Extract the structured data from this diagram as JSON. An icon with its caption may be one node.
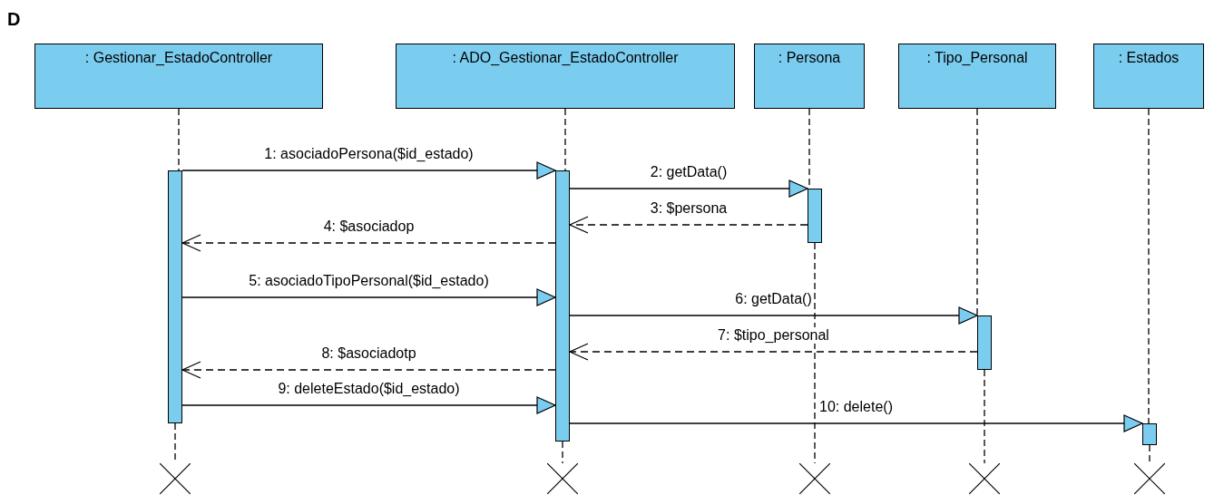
{
  "diagram": {
    "title": "D",
    "nodes": [
      {
        "text": [
          ": Gestionar_EstadoController"
        ]
      },
      {
        "text": [
          ": ADO_Gestionar_EstadoController"
        ]
      },
      {
        "text": [
          ": Persona"
        ]
      },
      {
        "text": [
          ": Tipo_Personal"
        ]
      },
      {
        "text": [
          ": Estados"
        ]
      },
      {
        "text": [],
        "shape": "bar"
      },
      {
        "text": [],
        "shape": "bar"
      },
      {
        "text": [],
        "shape": "bar"
      },
      {
        "text": [],
        "shape": "bar"
      },
      {
        "text": [],
        "shape": "bar"
      },
      {
        "text": [],
        "shape": "cross"
      },
      {
        "text": [],
        "shape": "cross"
      },
      {
        "text": [],
        "shape": "cross"
      },
      {
        "text": [],
        "shape": "cross"
      },
      {
        "text": [],
        "shape": "cross"
      }
    ],
    "edges": [
      {
        "from": 5,
        "to": 6,
        "arrow": "to",
        "label": "1: asociadoPersona($id_estado)"
      },
      {
        "from": 6,
        "to": 7,
        "arrow": "to",
        "label": "2: getData()"
      },
      {
        "from": 7,
        "to": 6,
        "arrow": "to",
        "label": "3: $persona",
        "style": "dashed"
      },
      {
        "from": 6,
        "to": 5,
        "arrow": "to",
        "label": "4: $asociadop",
        "style": "dashed"
      },
      {
        "from": 5,
        "to": 6,
        "arrow": "to",
        "label": "5: asociadoTipoPersonal($id_estado)"
      },
      {
        "from": 6,
        "to": 8,
        "arrow": "to",
        "label": "6: getData()"
      },
      {
        "from": 8,
        "to": 6,
        "arrow": "to",
        "label": "7: $tipo_personal",
        "style": "dashed"
      },
      {
        "from": 6,
        "to": 5,
        "arrow": "to",
        "label": "8: $asociadotp",
        "style": "dashed"
      },
      {
        "from": 5,
        "to": 6,
        "arrow": "to",
        "label": "9: deleteEstado($id_estado)"
      },
      {
        "from": 6,
        "to": 9,
        "arrow": "to",
        "label": "10: delete()"
      },
      {
        "from": 0,
        "to": 5,
        "arrow": "none",
        "style": "dashed"
      },
      {
        "from": 5,
        "to": 10,
        "arrow": "none",
        "style": "dashed"
      },
      {
        "from": 1,
        "to": 6,
        "arrow": "none",
        "style": "dashed"
      },
      {
        "from": 6,
        "to": 11,
        "arrow": "none",
        "style": "dashed"
      },
      {
        "from": 2,
        "to": 7,
        "arrow": "none",
        "style": "dashed"
      },
      {
        "from": 7,
        "to": 12,
        "arrow": "none",
        "style": "dashed"
      },
      {
        "from": 3,
        "to": 8,
        "arrow": "none",
        "style": "dashed"
      },
      {
        "from": 8,
        "to": 13,
        "arrow": "none",
        "style": "dashed"
      },
      {
        "from": 4,
        "to": 9,
        "arrow": "none",
        "style": "dashed"
      },
      {
        "from": 9,
        "to": 14,
        "arrow": "none",
        "style": "dashed"
      }
    ]
  }
}
